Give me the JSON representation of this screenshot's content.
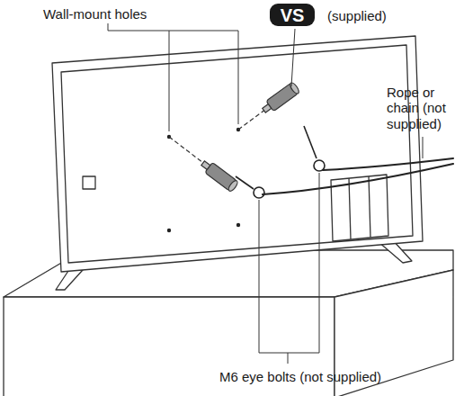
{
  "diagram": {
    "nodes": [
      {
        "text": [
          "VS"
        ]
      }
    ],
    "labels": [
      "Wall-mount holes",
      "(supplied)",
      "Rope or chain (not supplied)",
      "M6 eye bolts (not supplied)"
    ]
  }
}
